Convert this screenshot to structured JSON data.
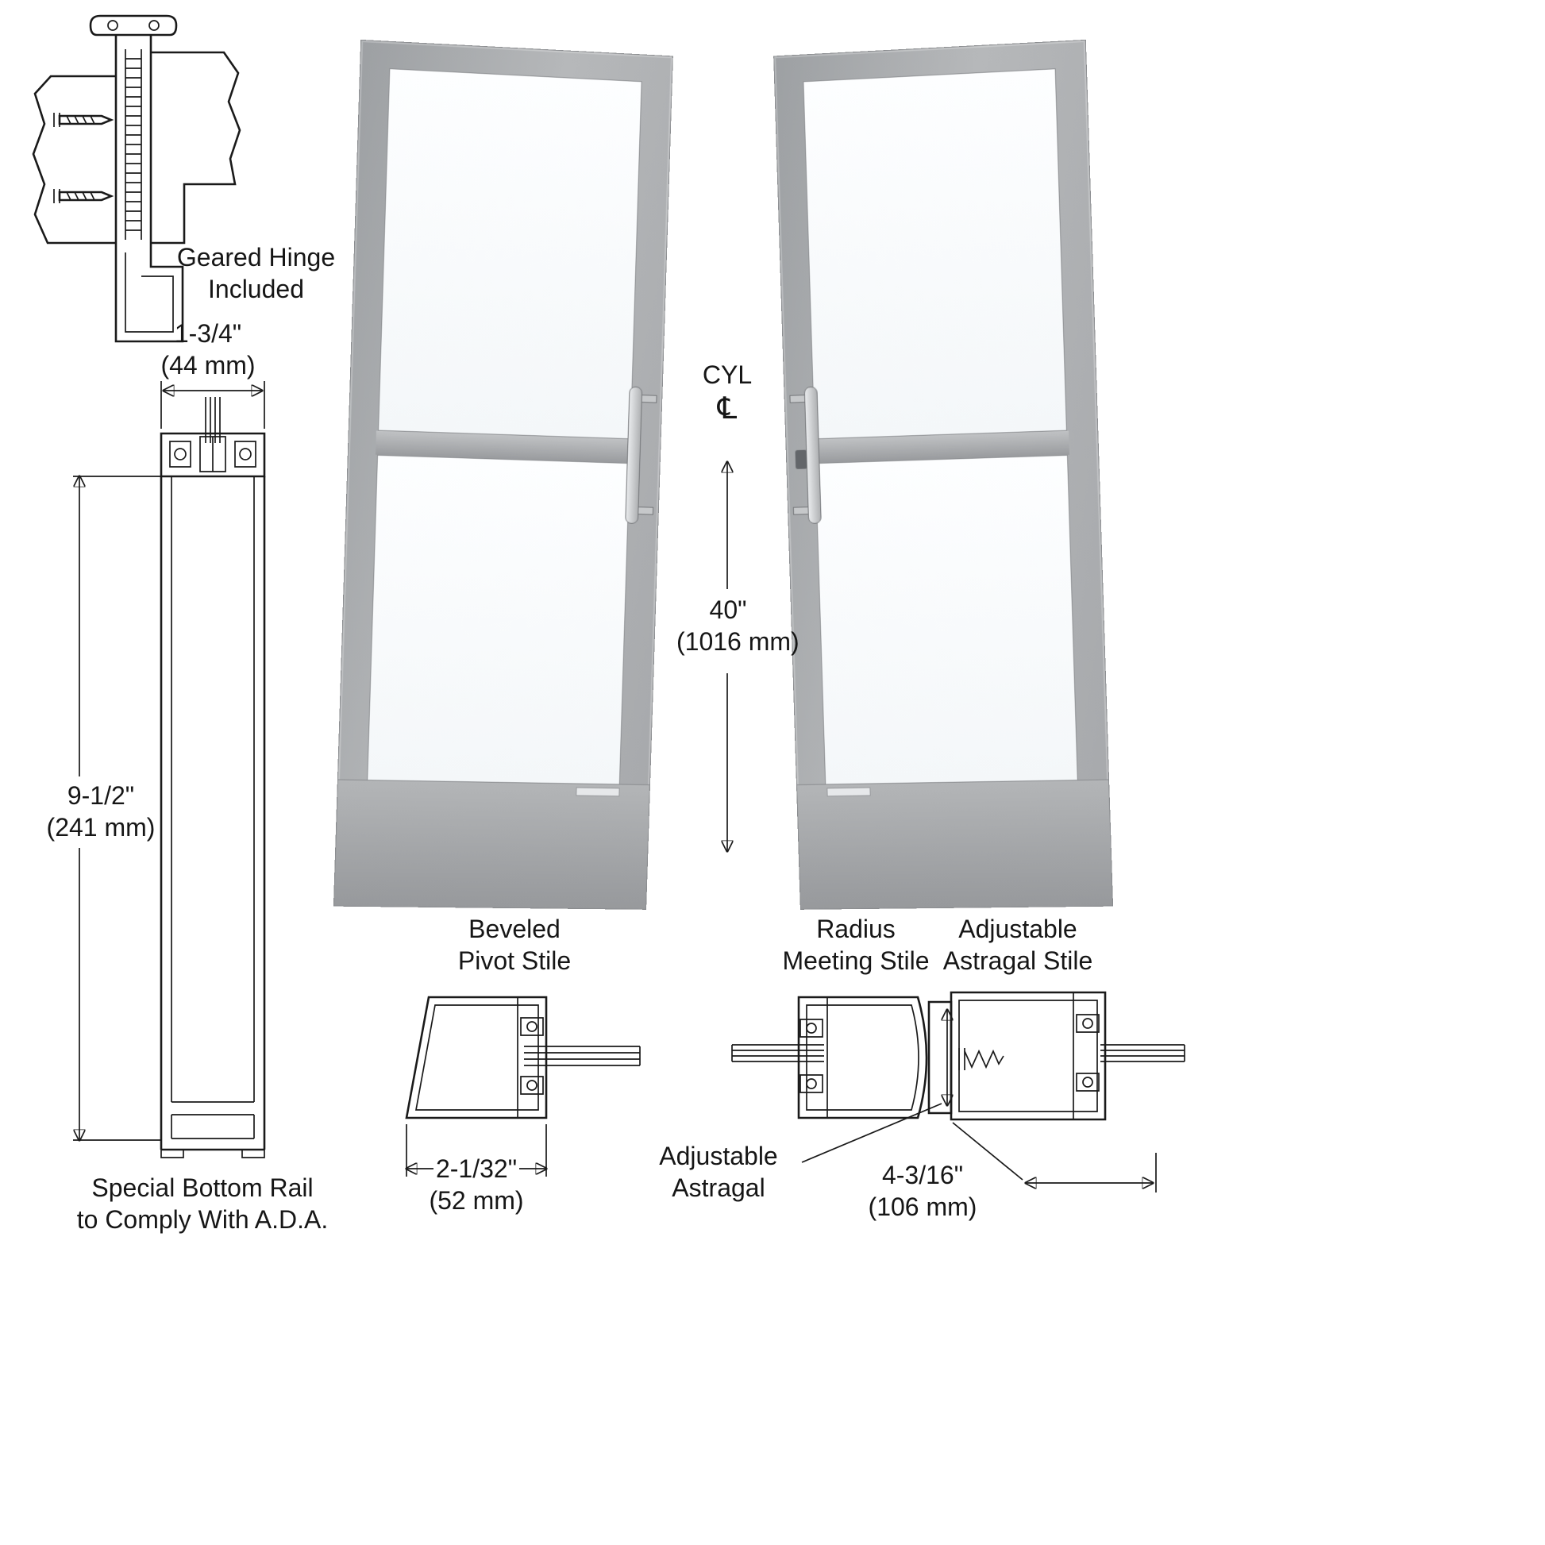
{
  "hinge": {
    "line1": "Geared Hinge",
    "line2": "Included"
  },
  "dims": {
    "rail_width_in": "1-3/4\"",
    "rail_width_mm": "(44 mm)",
    "rail_height_in": "9-1/2\"",
    "rail_height_mm": "(241 mm)",
    "handle_in": "40\"",
    "handle_mm": "(1016 mm)",
    "pivot_in": "2-1/32\"",
    "pivot_mm": "(52 mm)",
    "astragal_in": "4-3/16\"",
    "astragal_mm": "(106 mm)"
  },
  "labels": {
    "cyl": "CYL",
    "centerline": "℄",
    "ada1": "Special Bottom Rail",
    "ada2": "to Comply With A.D.A.",
    "pivot1": "Beveled",
    "pivot2": "Pivot Stile",
    "meeting1": "Radius",
    "meeting2": "Meeting Stile",
    "astragal_stile1": "Adjustable",
    "astragal_stile2": "Astragal Stile",
    "astragal1": "Adjustable",
    "astragal2": "Astragal"
  },
  "colors": {
    "frame": "#a9abae",
    "frame_dark": "#97999c",
    "glass": "#fbfdff",
    "line": "#1a1a1a",
    "background": "#ffffff"
  }
}
